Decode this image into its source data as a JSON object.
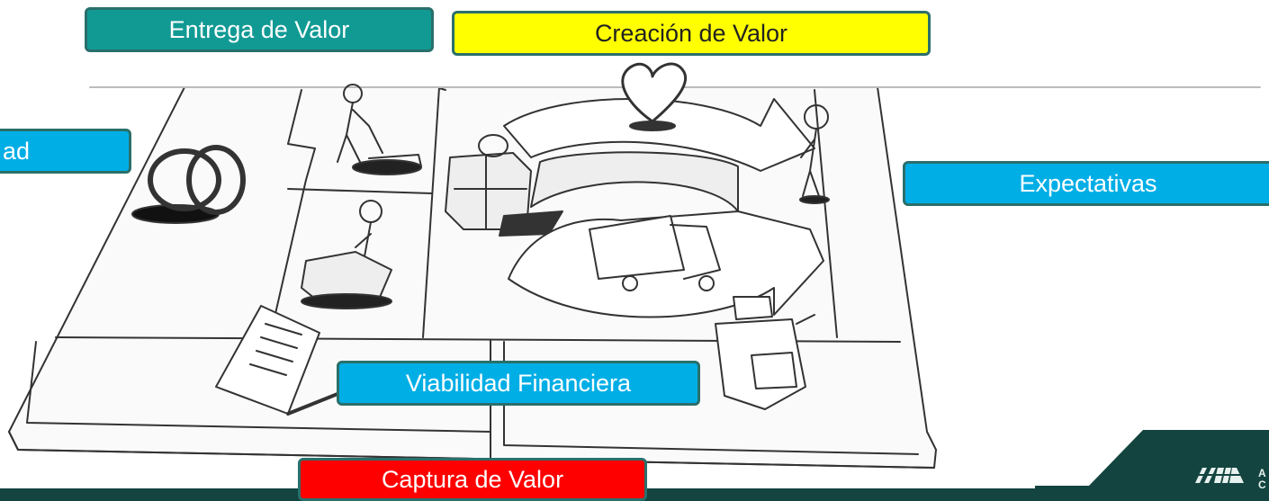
{
  "labels": {
    "entrega": "Entrega de Valor",
    "creacion": "Creación de Valor",
    "deseabilidad_partial": "ad",
    "expectativas": "Expectativas",
    "viabilidad": "Viabilidad Financiera",
    "captura": "Captura de Valor"
  },
  "logo": {
    "text": "A\nC"
  },
  "colors": {
    "teal": "#119a94",
    "yellow": "#ffff00",
    "blue": "#00aee6",
    "red": "#ff0000",
    "border": "#2a6f6b",
    "dark_green": "#13443f"
  },
  "icons": [
    "rings-icon",
    "worker-shovel-icon",
    "worker-box-icon",
    "contract-icon",
    "gift-icon",
    "heart-icon",
    "truck-icon",
    "person-icon",
    "cash-register-icon"
  ]
}
